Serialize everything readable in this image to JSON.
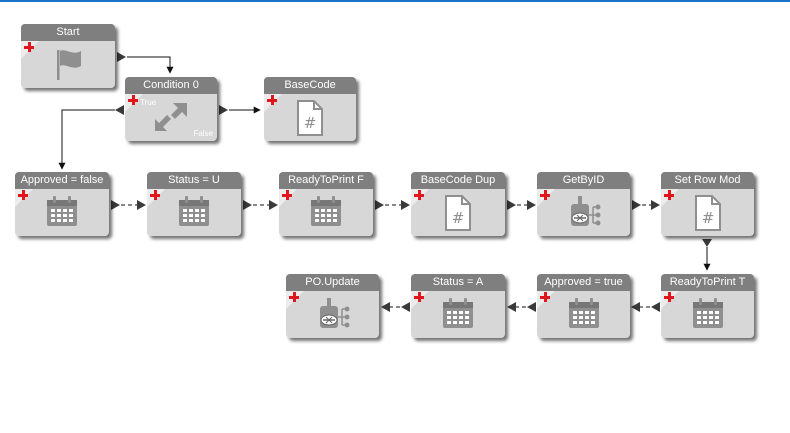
{
  "workflow": {
    "nodes": [
      {
        "id": "start",
        "title": "Start",
        "icon": "flag-icon"
      },
      {
        "id": "condition0",
        "title": "Condition 0",
        "icon": "branch-arrow-icon",
        "true_label": "True",
        "false_label": "False"
      },
      {
        "id": "basecode",
        "title": "BaseCode",
        "icon": "code-file-icon"
      },
      {
        "id": "approved_false",
        "title": "Approved = false",
        "icon": "calendar-icon"
      },
      {
        "id": "status_u",
        "title": "Status = U",
        "icon": "calendar-icon"
      },
      {
        "id": "readytoprint_f",
        "title": "ReadyToPrint F",
        "icon": "calendar-icon"
      },
      {
        "id": "basecode_dup",
        "title": "BaseCode Dup",
        "icon": "code-file-icon"
      },
      {
        "id": "getbyid",
        "title": "GetByID",
        "icon": "method-call-icon"
      },
      {
        "id": "set_row_mod",
        "title": "Set Row Mod",
        "icon": "code-file-icon"
      },
      {
        "id": "readytoprint_t",
        "title": "ReadyToPrint T",
        "icon": "calendar-icon"
      },
      {
        "id": "approved_true",
        "title": "Approved = true",
        "icon": "calendar-icon"
      },
      {
        "id": "status_a",
        "title": "Status = A",
        "icon": "calendar-icon"
      },
      {
        "id": "po_update",
        "title": "PO.Update",
        "icon": "method-call-icon"
      }
    ]
  },
  "colors": {
    "node_body": "#d7d7d7",
    "node_header": "#7f7f7f",
    "add_marker": "#e0161c",
    "connector": "#222222",
    "top_bar": "#1a73c8"
  }
}
